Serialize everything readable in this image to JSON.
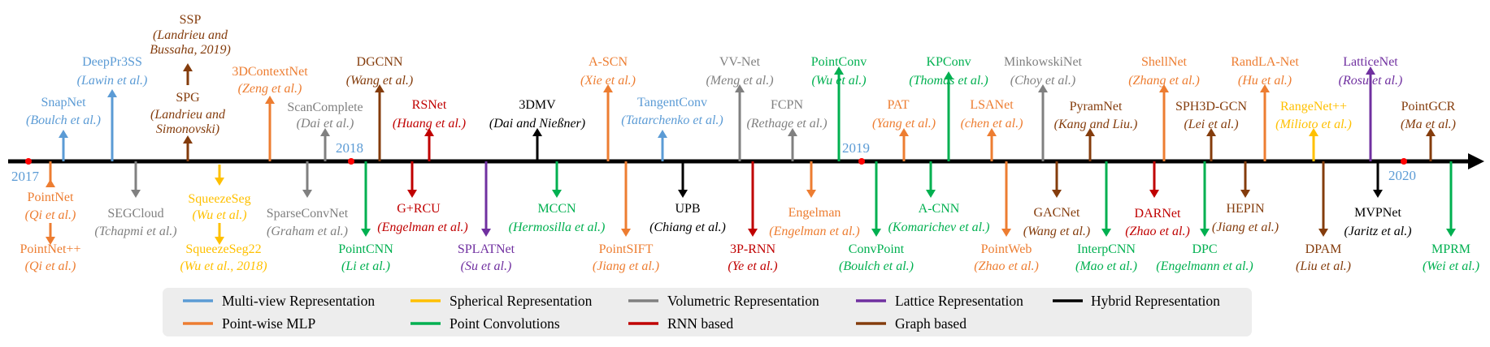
{
  "colors": {
    "multiview": "#5b9bd5",
    "pointwise": "#ed7d31",
    "spherical": "#ffc000",
    "volumetric": "#808080",
    "lattice": "#7030a0",
    "hybrid": "#000000",
    "pointconv": "#00b050",
    "rnn": "#c00000",
    "graph": "#843c0c",
    "year": "#5b9bd5",
    "year_dot": "#ff0000",
    "legend_bg": "#ededed"
  },
  "years": [
    "2017",
    "2018",
    "2019",
    "2020"
  ],
  "legend": [
    {
      "label": "Multi-view Representation",
      "category": "multiview"
    },
    {
      "label": "Spherical Representation",
      "category": "spherical"
    },
    {
      "label": "Volumetric Representation",
      "category": "volumetric"
    },
    {
      "label": "Lattice Representation",
      "category": "lattice"
    },
    {
      "label": "Hybrid Representation",
      "category": "hybrid"
    },
    {
      "label": "Point-wise MLP",
      "category": "pointwise"
    },
    {
      "label": "Point Convolutions",
      "category": "pointconv"
    },
    {
      "label": "RNN based",
      "category": "rnn"
    },
    {
      "label": "Graph based",
      "category": "graph"
    }
  ],
  "methods": [
    {
      "name": "PointNet",
      "author": "(Qi et al.)",
      "category": "pointwise",
      "side": "below"
    },
    {
      "name": "PointNet++",
      "author": "(Qi et al.)",
      "category": "pointwise",
      "side": "below"
    },
    {
      "name": "SnapNet",
      "author": "(Boulch et al.)",
      "category": "multiview",
      "side": "above"
    },
    {
      "name": "DeepPr3SS",
      "author": "(Lawin et al.)",
      "category": "multiview",
      "side": "above"
    },
    {
      "name": "SEGCloud",
      "author": "(Tchapmi et al.)",
      "category": "volumetric",
      "side": "below"
    },
    {
      "name": "SPG",
      "author_lines": [
        "(Landrieu and",
        "Simonovski)"
      ],
      "category": "graph",
      "side": "above"
    },
    {
      "name": "SSP",
      "author_lines": [
        "(Landrieu and",
        "Bussaha, 2019)"
      ],
      "category": "graph",
      "side": "above"
    },
    {
      "name": "SqueezeSeg",
      "author": "(Wu et al.)",
      "category": "spherical",
      "side": "below"
    },
    {
      "name": "SqueezeSeg22",
      "author": "(Wu et al., 2018)",
      "category": "spherical",
      "side": "below"
    },
    {
      "name": "3DContextNet",
      "author": "(Zeng et al.)",
      "category": "pointwise",
      "side": "above"
    },
    {
      "name": "SparseConvNet",
      "author": "(Graham et al.)",
      "category": "volumetric",
      "side": "below"
    },
    {
      "name": "ScanComplete",
      "author": "(Dai et al.)",
      "category": "volumetric",
      "side": "above"
    },
    {
      "name": "PointCNN",
      "author": "(Li et al.)",
      "category": "pointconv",
      "side": "below"
    },
    {
      "name": "DGCNN",
      "author": "(Wang et al.)",
      "category": "graph",
      "side": "above"
    },
    {
      "name": "G+RCU",
      "author": "(Engelman et al.)",
      "category": "rnn",
      "side": "below"
    },
    {
      "name": "RSNet",
      "author": "(Huang et al.)",
      "category": "rnn",
      "side": "above"
    },
    {
      "name": "SPLATNet",
      "author": "(Su et al.)",
      "category": "lattice",
      "side": "below"
    },
    {
      "name": "3DMV",
      "author": "(Dai and Nießner)",
      "category": "hybrid",
      "side": "above"
    },
    {
      "name": "MCCN",
      "author": "(Hermosilla et al.)",
      "category": "pointconv",
      "side": "below"
    },
    {
      "name": "A-SCN",
      "author": "(Xie et al.)",
      "category": "pointwise",
      "side": "above"
    },
    {
      "name": "PointSIFT",
      "author": "(Jiang et al.)",
      "category": "pointwise",
      "side": "below"
    },
    {
      "name": "TangentConv",
      "author": "(Tatarchenko et al.)",
      "category": "multiview",
      "side": "above"
    },
    {
      "name": "UPB",
      "author": "(Chiang et al.)",
      "category": "hybrid",
      "side": "below"
    },
    {
      "name": "VV-Net",
      "author": "(Meng et al.)",
      "category": "volumetric",
      "side": "above"
    },
    {
      "name": "3P-RNN",
      "author": "(Ye et al.)",
      "category": "rnn",
      "side": "below"
    },
    {
      "name": "FCPN",
      "author": "(Rethage et al.)",
      "category": "volumetric",
      "side": "above"
    },
    {
      "name": "Engelman",
      "author": "(Engelman et al.)",
      "category": "pointwise",
      "side": "below"
    },
    {
      "name": "PointConv",
      "author": "(Wu et al.)",
      "category": "pointconv",
      "side": "above"
    },
    {
      "name": "ConvPoint",
      "author": "(Boulch et al.)",
      "category": "pointconv",
      "side": "below"
    },
    {
      "name": "PAT",
      "author": "(Yang et al.)",
      "category": "pointwise",
      "side": "above"
    },
    {
      "name": "A-CNN",
      "author": "(Komarichev et al.)",
      "category": "pointconv",
      "side": "below"
    },
    {
      "name": "KPConv",
      "author": "(Thomas et al.)",
      "category": "pointconv",
      "side": "above"
    },
    {
      "name": "LSANet",
      "author": "(chen et al.)",
      "category": "pointwise",
      "side": "above"
    },
    {
      "name": "PointWeb",
      "author": "(Zhao et al.)",
      "category": "pointwise",
      "side": "below"
    },
    {
      "name": "MinkowskiNet",
      "author": "(Choy et al.)",
      "category": "volumetric",
      "side": "above"
    },
    {
      "name": "GACNet",
      "author": "(Wang et al.)",
      "category": "graph",
      "side": "below"
    },
    {
      "name": "PyramNet",
      "author": "(Kang and Liu.)",
      "category": "graph",
      "side": "above"
    },
    {
      "name": "InterpCNN",
      "author": "(Mao et al.)",
      "category": "pointconv",
      "side": "below"
    },
    {
      "name": "DARNet",
      "author": "(Zhao et al.)",
      "category": "rnn",
      "side": "below"
    },
    {
      "name": "ShellNet",
      "author": "(Zhang et al.)",
      "category": "pointwise",
      "side": "above"
    },
    {
      "name": "DPC",
      "author": "(Engelmann et al.)",
      "category": "pointconv",
      "side": "below"
    },
    {
      "name": "SPH3D-GCN",
      "author": "(Lei et al.)",
      "category": "graph",
      "side": "above"
    },
    {
      "name": "HEPIN",
      "author": "(Jiang et al.)",
      "category": "graph",
      "side": "below"
    },
    {
      "name": "RandLA-Net",
      "author": "(Hu et al.)",
      "category": "pointwise",
      "side": "above"
    },
    {
      "name": "RangeNet++",
      "author": "(Milioto et al.)",
      "category": "spherical",
      "side": "above"
    },
    {
      "name": "DPAM",
      "author": "(Liu et al.)",
      "category": "graph",
      "side": "below"
    },
    {
      "name": "LatticeNet",
      "author": "(Rosu et al.)",
      "category": "lattice",
      "side": "above"
    },
    {
      "name": "MVPNet",
      "author": "(Jaritz et al.)",
      "category": "hybrid",
      "side": "below"
    },
    {
      "name": "PointGCR",
      "author": "(Ma et al.)",
      "category": "graph",
      "side": "above"
    },
    {
      "name": "MPRM",
      "author": "(Wei et al.)",
      "category": "pointconv",
      "side": "below"
    }
  ]
}
